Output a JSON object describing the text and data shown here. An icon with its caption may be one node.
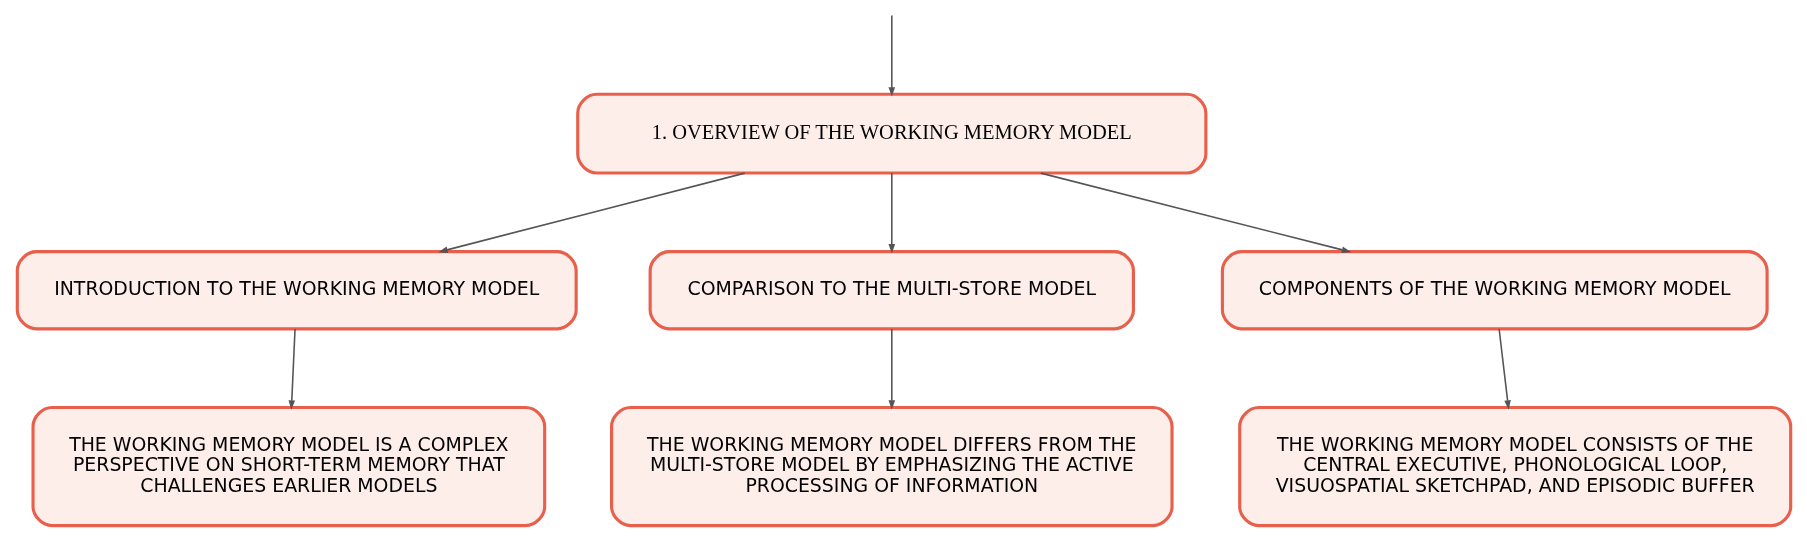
{
  "diagram": {
    "nodes": [
      {
        "text": [
          "1. OVERVIEW OF THE WORKING MEMORY MODEL"
        ]
      },
      {
        "text": [
          "INTRODUCTION TO THE WORKING MEMORY MODEL"
        ]
      },
      {
        "text": [
          "COMPARISON TO THE MULTI-STORE MODEL"
        ]
      },
      {
        "text": [
          "COMPONENTS OF THE WORKING MEMORY MODEL"
        ]
      },
      {
        "text": [
          "THE WORKING MEMORY MODEL IS A COMPLEX PERSPECTIVE ON SHORT-TERM MEMORY THAT CHALLENGES EARLIER MODELS"
        ]
      },
      {
        "text": [
          "THE WORKING MEMORY MODEL DIFFERS FROM THE MULTI-STORE MODEL BY EMPHASIZING THE ACTIVE PROCESSING OF INFORMATION"
        ]
      },
      {
        "text": [
          "THE WORKING MEMORY MODEL CONSISTS OF THE CENTRAL EXECUTIVE, PHONOLOGICAL LOOP, VISUOSPATIAL SKETCHPAD, AND EPISODIC BUFFER"
        ]
      }
    ],
    "edges": [
      {
        "from": null,
        "to": 0,
        "arrow": "to"
      },
      {
        "from": 0,
        "to": 1,
        "arrow": "to"
      },
      {
        "from": 0,
        "to": 2,
        "arrow": "to"
      },
      {
        "from": 0,
        "to": 3,
        "arrow": "to"
      },
      {
        "from": 1,
        "to": 4,
        "arrow": "to"
      },
      {
        "from": 2,
        "to": 5,
        "arrow": "to"
      },
      {
        "from": 3,
        "to": 6,
        "arrow": "to"
      }
    ]
  }
}
